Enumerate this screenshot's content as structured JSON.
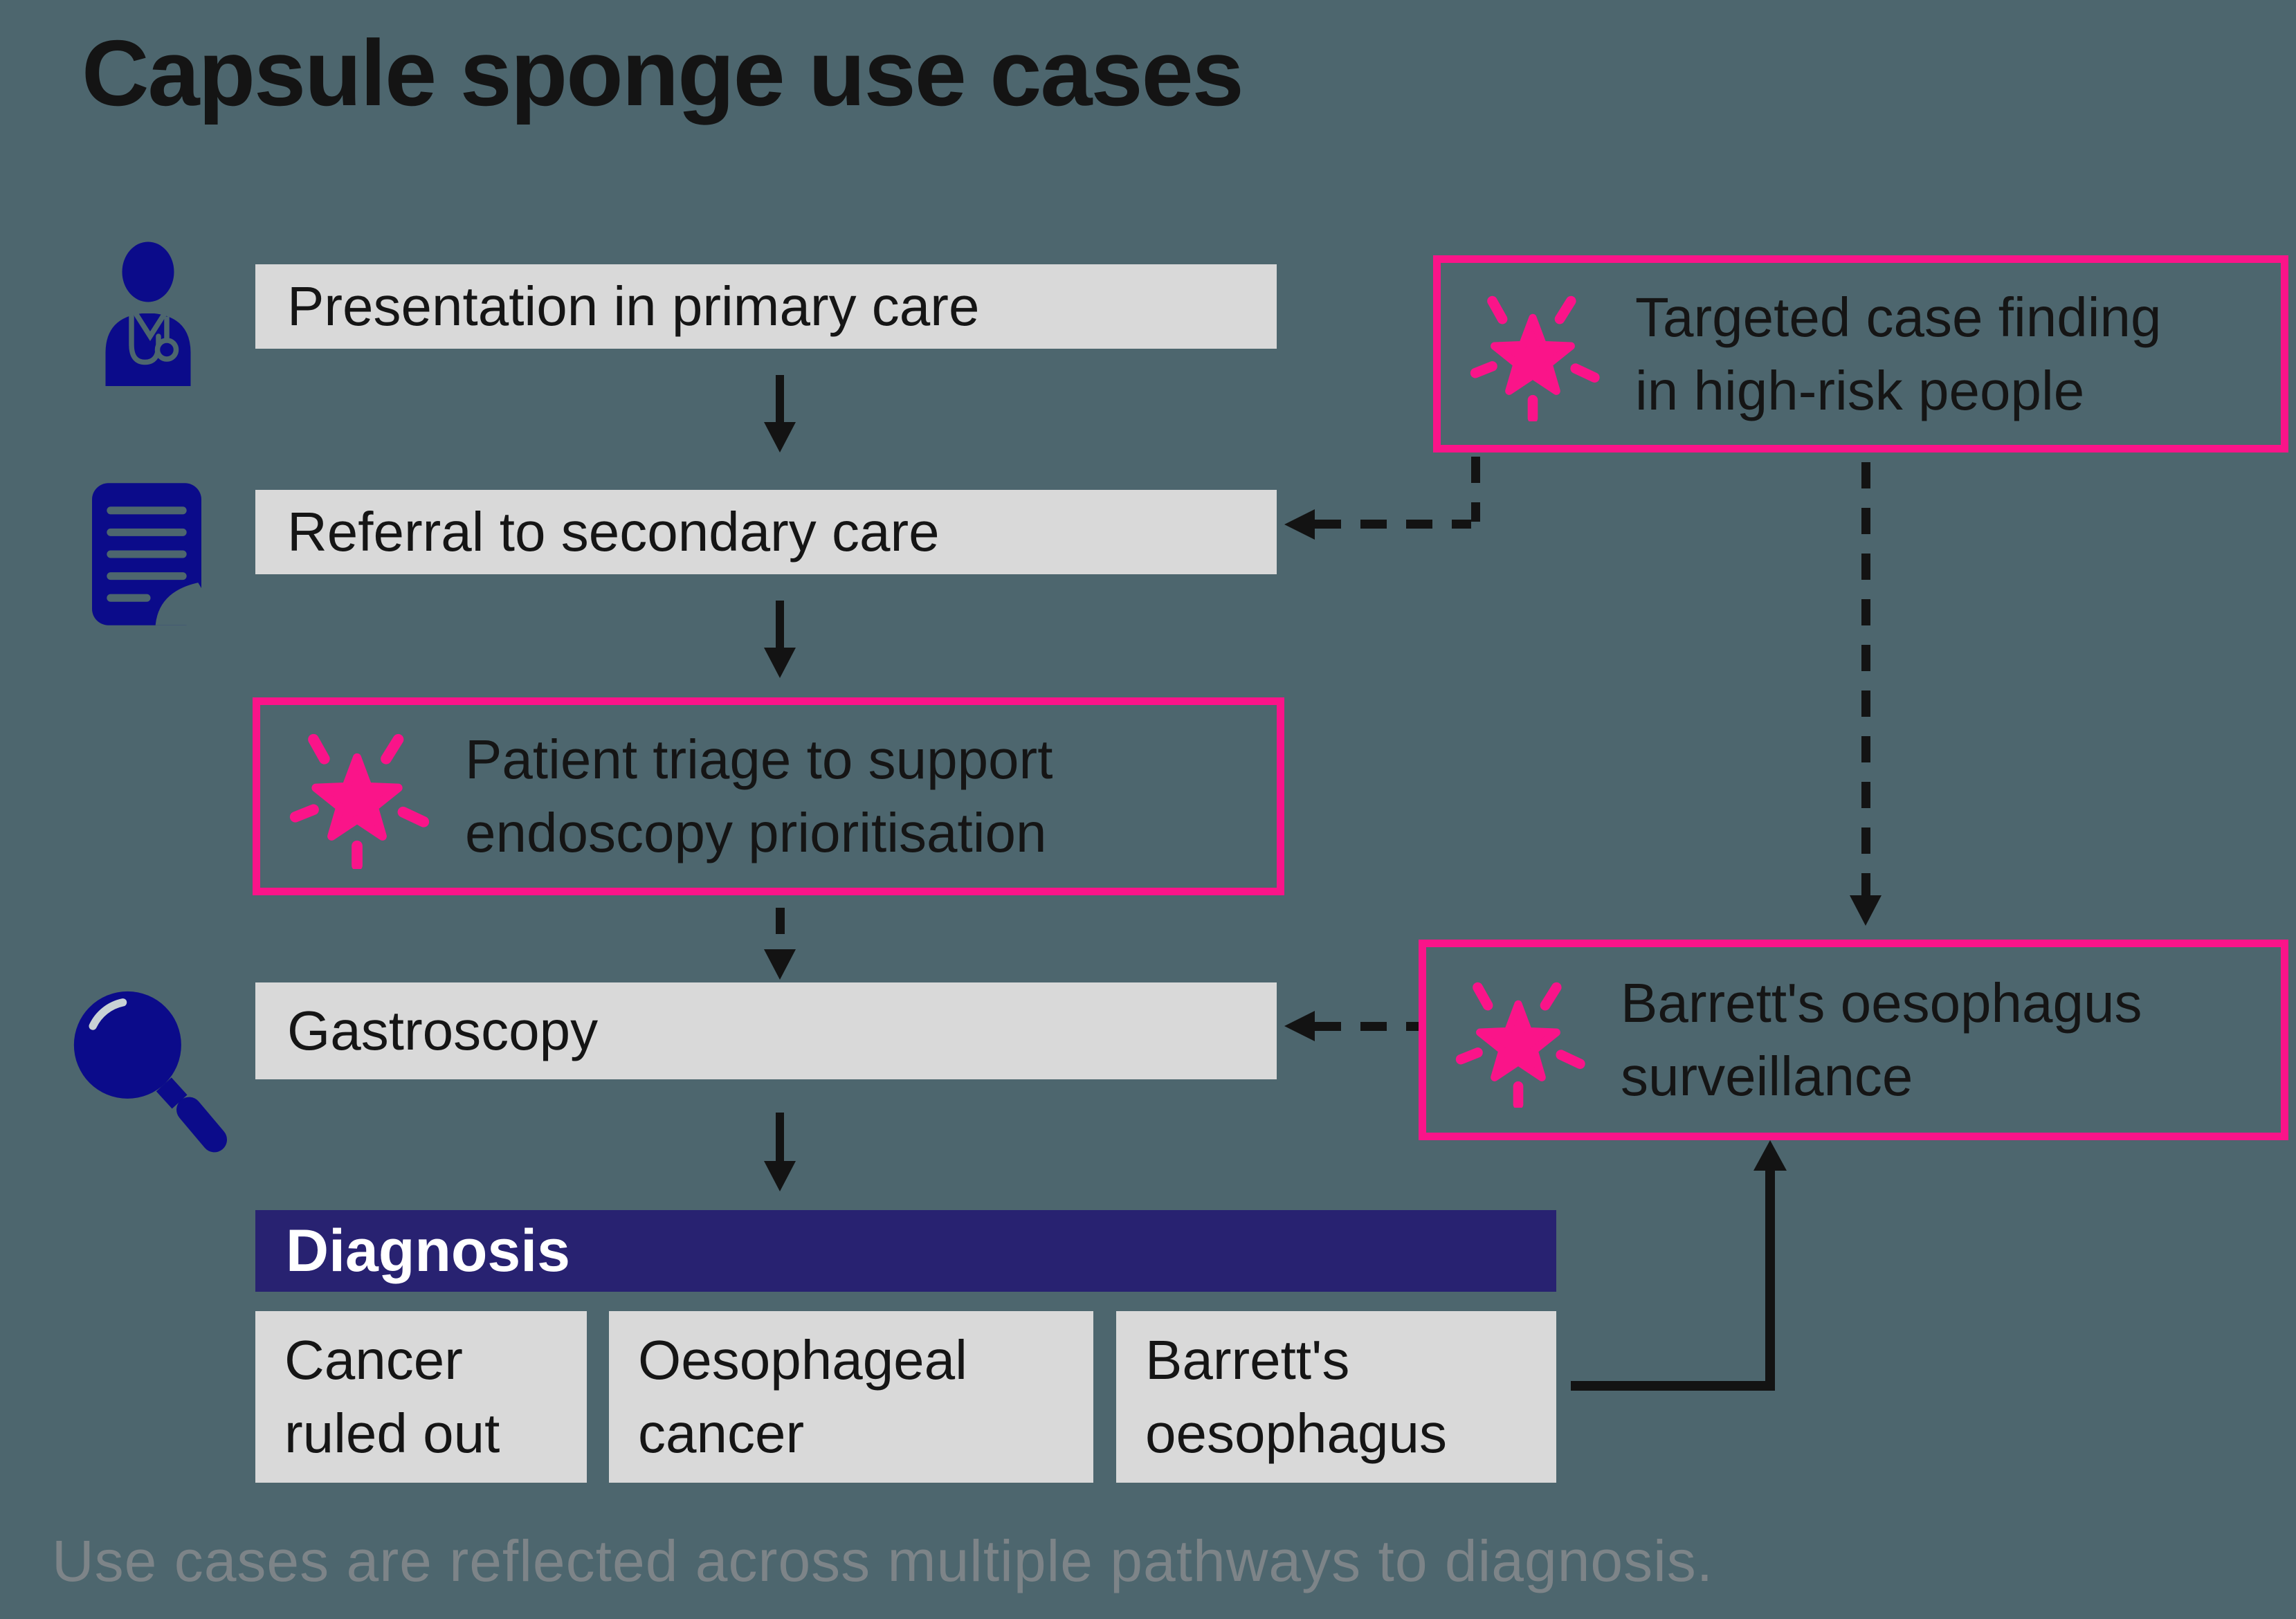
{
  "title": "Capsule sponge use cases",
  "colors": {
    "background": "#4D666E",
    "icon_navy": "#0B0B8A",
    "diagnosis_navy": "#282271",
    "accent_pink": "#FA1489",
    "box_gray": "#D9D9D9",
    "text_black": "#151515",
    "footer_gray": "#7D8488",
    "arrow_black": "#131313",
    "diagnosis_text_white": "#FFFFFF"
  },
  "icons": {
    "doctor": "doctor-icon",
    "document": "document-icon",
    "magnifier": "magnifier-icon",
    "sparkle": "sparkle-icon"
  },
  "flow": {
    "steps": [
      {
        "label": "Presentation in primary care",
        "icon": "doctor-icon"
      },
      {
        "label": "Referral to secondary care",
        "icon": "document-icon"
      },
      {
        "label": "Gastroscopy",
        "icon": "magnifier-icon"
      }
    ],
    "triage": {
      "line1": "Patient triage to support",
      "line2": "endoscopy prioritisation",
      "icon": "sparkle-icon"
    }
  },
  "use_cases": [
    {
      "line1": "Targeted case finding",
      "line2": "in high-risk people",
      "icon": "sparkle-icon"
    },
    {
      "line1": "Barrett's oesophagus",
      "line2": "surveillance",
      "icon": "sparkle-icon"
    }
  ],
  "diagnosis": {
    "header": "Diagnosis",
    "outcomes": [
      {
        "line1": "Cancer",
        "line2": "ruled out"
      },
      {
        "line1": "Oesophageal",
        "line2": "cancer"
      },
      {
        "line1": "Barrett's",
        "line2": "oesophagus"
      }
    ]
  },
  "footer": "Use cases are reflected across multiple pathways to diagnosis."
}
